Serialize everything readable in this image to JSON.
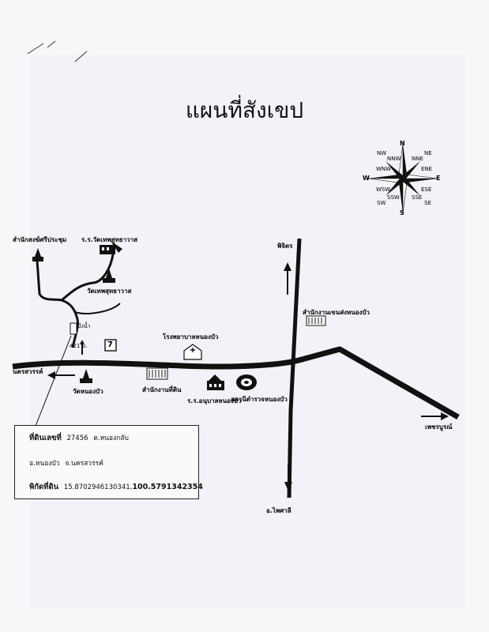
{
  "title": "แผนที่สังเขป",
  "compass": {
    "n": "N",
    "s": "S",
    "e": "E",
    "w": "W",
    "nw": "NW",
    "ne": "NE",
    "sw": "SW",
    "se": "SE",
    "nnw": "NNW",
    "nne": "NNE",
    "wnw": "WNW",
    "ene": "ENE",
    "wsw": "WSW",
    "ese": "ESE",
    "ssw": "SSW",
    "sse": "SSE"
  },
  "places": {
    "sangkha": "สำนักสงฆ์ศรีประชุม",
    "school_wat": "ร.ร.วัดเทพสุทธาวาส",
    "wat_thep": "วัดเทพสุทธาวาส",
    "bueng": "บึงน้ำ",
    "road_no": "421 ม.",
    "hospital": "โรงพยาบาลหนองบัว",
    "district_office": "สำนักงานเขนส่งหนองบัว",
    "wat_nongbua": "วัดหนองบัว",
    "land_office": "สำนักงานที่ดิน",
    "school_anuban": "ร.ร.อนุบาลหนองบัว",
    "police": "สถานีตำรวจหนองบัว",
    "phichit": "พิจิตร",
    "nakhonsawan": "นครสวรรค์",
    "phetchabun": "เพชรบูรณ์",
    "phaisali": "อ.ไพศาลี",
    "seven_eleven": "7"
  },
  "info": {
    "line1_label": "ที่ดินเลขที่",
    "line1_value": "27456",
    "line1_tambon": "ต.หนองกลับ",
    "line2_amphoe": "อ.หนองบัว",
    "line2_province": "จ.นครสวรรค์",
    "line3_label": "พิกัดที่ดิน",
    "lat": "15.8702946130341",
    "lon": "100.5791342354"
  }
}
